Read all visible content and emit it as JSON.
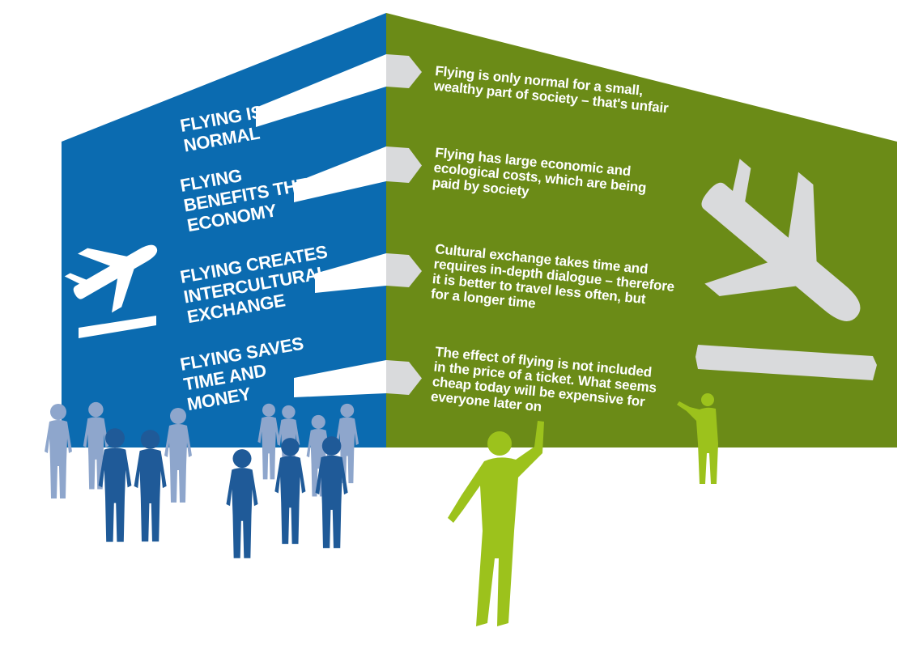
{
  "colors": {
    "blue_wall": "#0b6bb0",
    "green_wall": "#6b8b17",
    "light_gray": "#d9dadc",
    "person_blue_dark": "#1f5a98",
    "person_blue_light": "#8ea6cc",
    "person_green": "#9cc21c",
    "background": "#ffffff"
  },
  "left_wall": {
    "icon": "plane-takeoff-icon",
    "claims": [
      {
        "lines": [
          "FLYING IS",
          "NORMAL"
        ]
      },
      {
        "lines": [
          "FLYING",
          "BENEFITS THE",
          "ECONOMY"
        ]
      },
      {
        "lines": [
          "FLYING CREATES",
          "INTERCULTURAL",
          "EXCHANGE"
        ]
      },
      {
        "lines": [
          "FLYING SAVES",
          "TIME AND",
          "MONEY"
        ]
      }
    ]
  },
  "right_wall": {
    "icon": "plane-landing-icon",
    "counters": [
      {
        "lines": [
          "Flying is only normal for a small,",
          "wealthy part of society – that's unfair"
        ]
      },
      {
        "lines": [
          "Flying has large economic and",
          "ecological costs, which are being",
          "paid by society"
        ]
      },
      {
        "lines": [
          "Cultural exchange takes time and",
          "requires in-depth dialogue – therefore",
          "it is better to travel less often, but",
          "for a longer time"
        ]
      },
      {
        "lines": [
          "The effect of flying is not included",
          "in the price of a ticket. What seems",
          "cheap today will be expensive for",
          "everyone later on"
        ]
      }
    ]
  }
}
